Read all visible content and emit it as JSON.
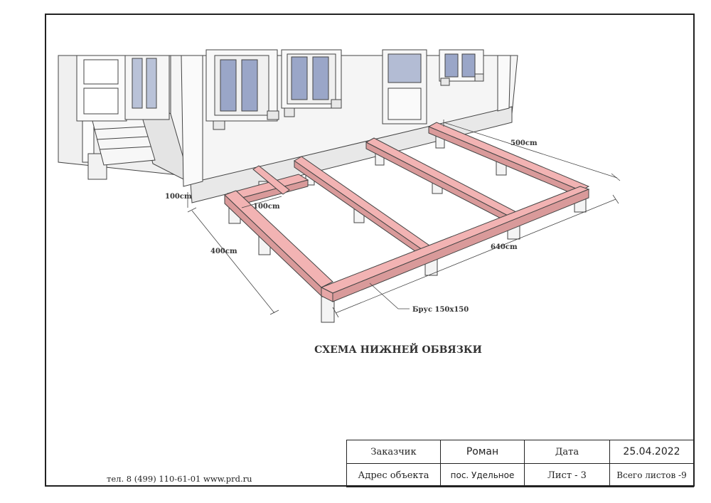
{
  "drawing": {
    "dimensions": {
      "length_top": "500cm",
      "length_front": "640cm",
      "width_side": "400cm",
      "post_offset": "100cm",
      "inner_bay": "100cm"
    },
    "beam_callout": "Брус 150x150",
    "title": "СХЕМА НИЖНЕЙ ОБВЯЗКИ",
    "colors": {
      "beam_top": "#f2b3b3",
      "beam_side": "#d99a9a",
      "post": "#f4f4f4",
      "wall": "#f3f3f3",
      "glass": "#9aa6c8"
    }
  },
  "footer": {
    "contacts": "тел. 8 (499) 110-61-01  www.prd.ru"
  },
  "title_block": {
    "customer_label": "Заказчик",
    "customer_value": "Роман",
    "date_label": "Дата",
    "date_value": "25.04.2022",
    "address_label": "Адрес объекта",
    "address_value": "пос. Удельное",
    "sheet_label": "Лист  - 3",
    "total_sheets": "Всего листов -9"
  }
}
